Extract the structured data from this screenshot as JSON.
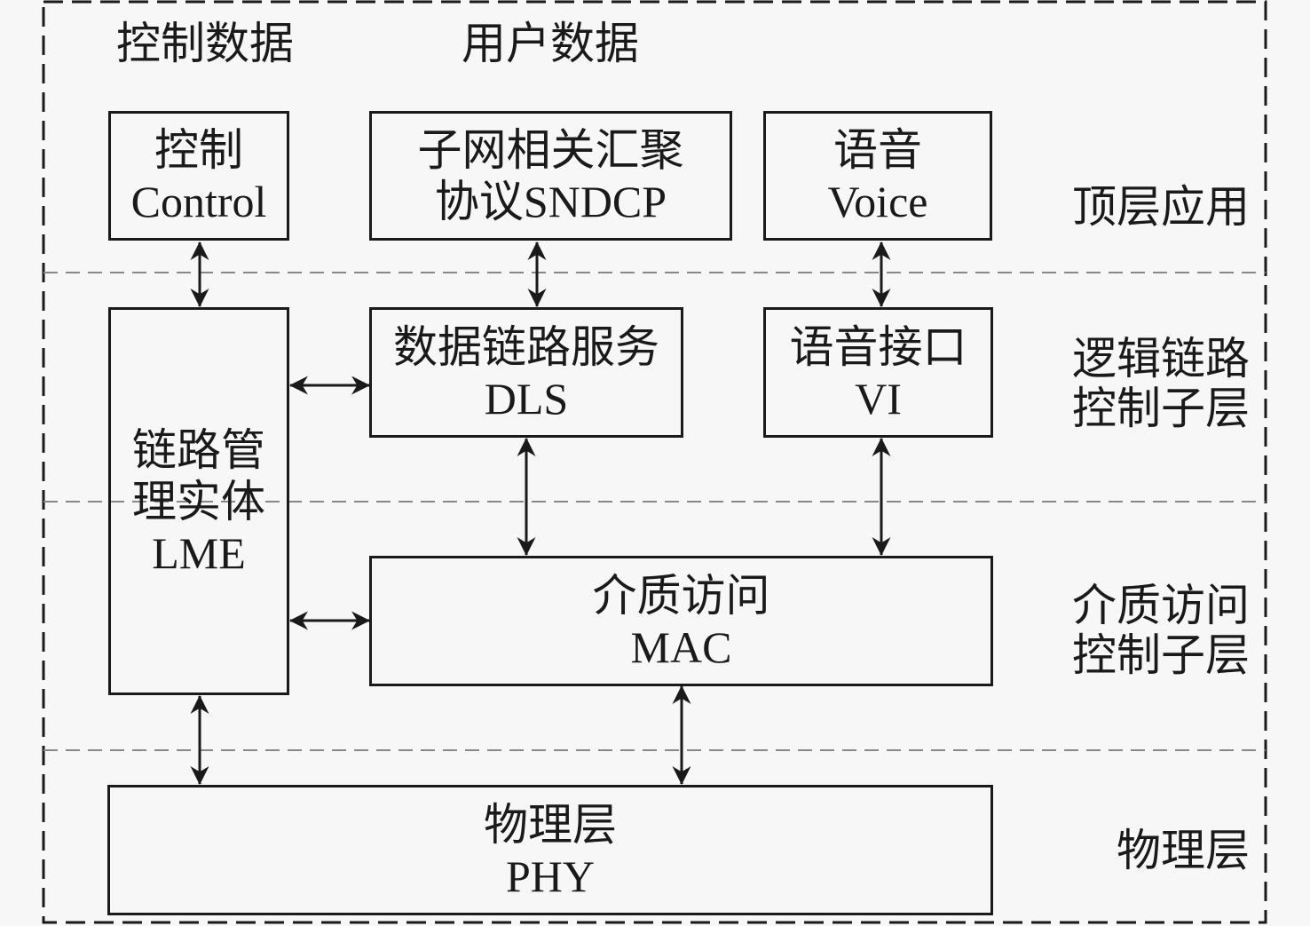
{
  "headers": {
    "control_data": "控制数据",
    "user_data": "用户数据"
  },
  "layers": {
    "top_application": [
      "顶层应用"
    ],
    "llc": [
      "逻辑链路",
      "控制子层"
    ],
    "mac": [
      "介质访问",
      "控制子层"
    ],
    "phy": [
      "物理层"
    ]
  },
  "blocks": {
    "control": {
      "cn": "控制",
      "en": "Control"
    },
    "sndcp": {
      "cn": "子网相关汇聚",
      "en": "协议SNDCP"
    },
    "voice": {
      "cn": "语音",
      "en": "Voice"
    },
    "lme": {
      "cn1": "链路管",
      "cn2": "理实体",
      "en": "LME"
    },
    "dls": {
      "cn": "数据链路服务",
      "en": "DLS"
    },
    "vi": {
      "cn": "语音接口",
      "en": "VI"
    },
    "mac": {
      "cn": "介质访问",
      "en": "MAC"
    },
    "phy": {
      "cn": "物理层",
      "en": "PHY"
    }
  },
  "connections": [
    {
      "from": "control",
      "to": "lme",
      "type": "bidirectional"
    },
    {
      "from": "sndcp",
      "to": "dls",
      "type": "bidirectional"
    },
    {
      "from": "voice",
      "to": "vi",
      "type": "bidirectional"
    },
    {
      "from": "lme",
      "to": "dls",
      "type": "bidirectional"
    },
    {
      "from": "lme",
      "to": "mac",
      "type": "bidirectional"
    },
    {
      "from": "dls",
      "to": "mac",
      "type": "bidirectional"
    },
    {
      "from": "vi",
      "to": "mac",
      "type": "bidirectional"
    },
    {
      "from": "lme",
      "to": "phy",
      "type": "bidirectional"
    },
    {
      "from": "mac",
      "to": "phy",
      "type": "bidirectional"
    }
  ]
}
